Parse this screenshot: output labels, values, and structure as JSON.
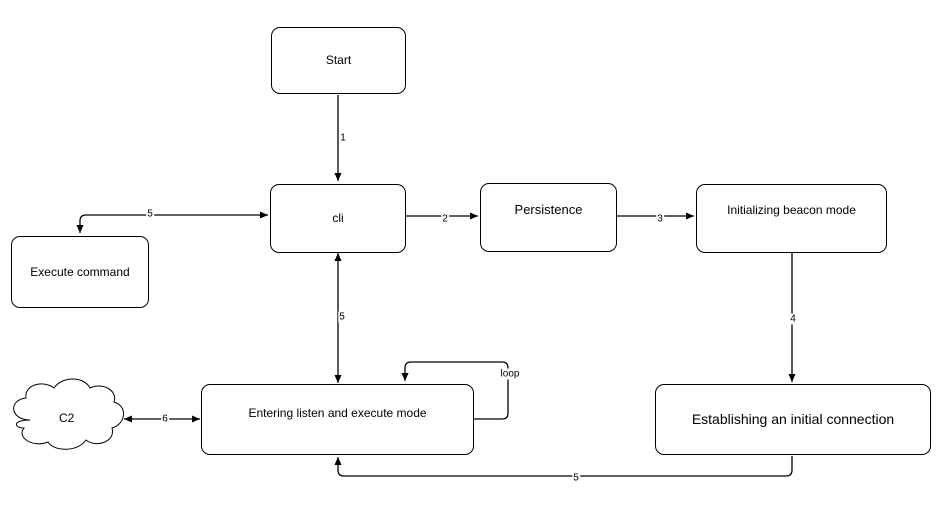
{
  "nodes": {
    "start": "Start",
    "cli": "cli",
    "persistence": "Persistence",
    "beacon": "Initializing beacon mode",
    "execute": "Execute command",
    "establish": "Establishing an initial connection",
    "listen": "Entering listen and execute mode",
    "c2": "C2"
  },
  "edges": {
    "start_cli": "1",
    "cli_persistence": "2",
    "persistence_beacon": "3",
    "beacon_establish": "4",
    "cli_execute": "5",
    "cli_listen": "5",
    "establish_listen": "5",
    "c2_listen": "6",
    "loop": "loop"
  }
}
